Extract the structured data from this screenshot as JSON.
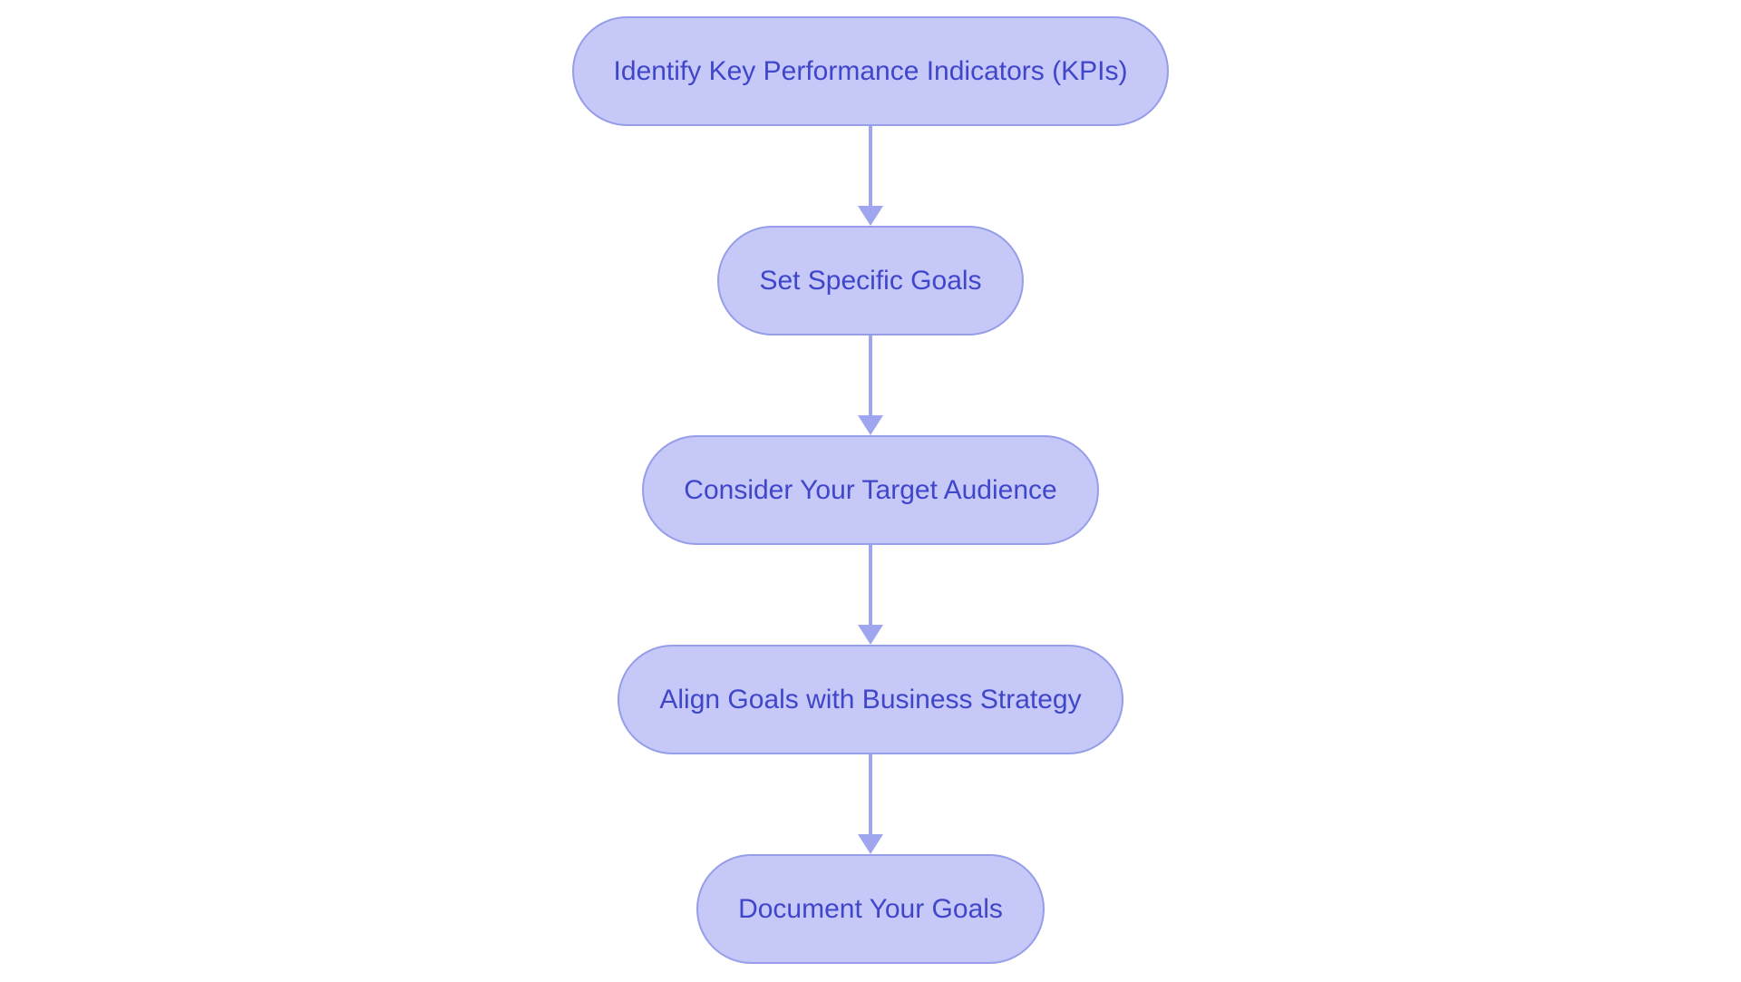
{
  "flowchart": {
    "type": "vertical-flowchart",
    "background": "#ffffff",
    "nodes": [
      {
        "id": "identify-kpis",
        "label": "Identify Key Performance Indicators (KPIs)"
      },
      {
        "id": "set-specific-goals",
        "label": "Set Specific Goals"
      },
      {
        "id": "consider-target-audience",
        "label": "Consider Your Target Audience"
      },
      {
        "id": "align-business-strategy",
        "label": "Align Goals with Business Strategy"
      },
      {
        "id": "document-goals",
        "label": "Document Your Goals"
      }
    ],
    "connections": [
      {
        "from": "Identify Key Performance Indicators (KPIs)",
        "to": "Set Specific Goals"
      },
      {
        "from": "Set Specific Goals",
        "to": "Consider Your Target Audience"
      },
      {
        "from": "Consider Your Target Audience",
        "to": "Align Goals with Business Strategy"
      },
      {
        "from": "Align Goals with Business Strategy",
        "to": "Document Your Goals"
      }
    ],
    "colors": {
      "node_fill": "#c6c8f7",
      "node_border": "#969de9",
      "node_text": "#3f46c9",
      "arrow": "#9fa6ef"
    }
  }
}
